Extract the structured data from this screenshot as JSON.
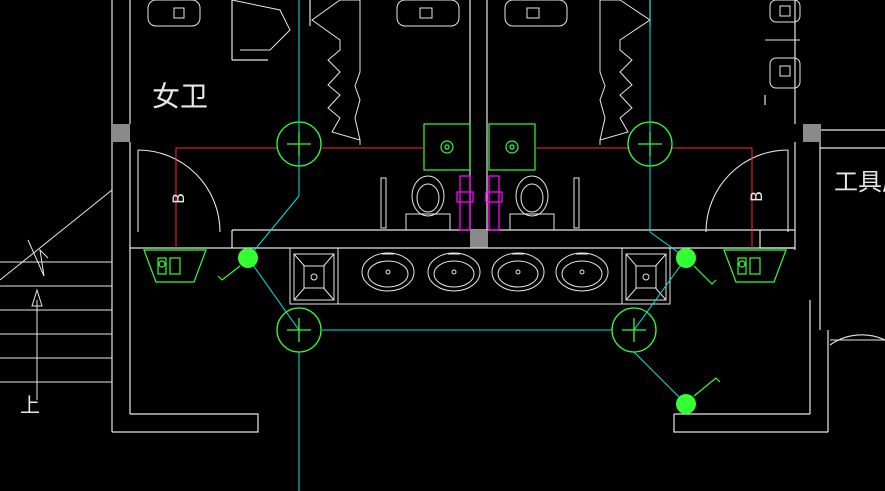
{
  "labels": {
    "room_female": "女卫",
    "room_tools": "工具房",
    "stairs_up": "上",
    "door_b_left": "B",
    "door_b_right": "B"
  },
  "colors": {
    "background": "#000000",
    "wall": "#e6e6e6",
    "cyan_pipe": "#00e5e5",
    "red_line": "#ff2a2a",
    "green_symbol": "#33ff33",
    "magenta_rail": "#ff00ff",
    "grey_column": "#8a8a8a"
  }
}
